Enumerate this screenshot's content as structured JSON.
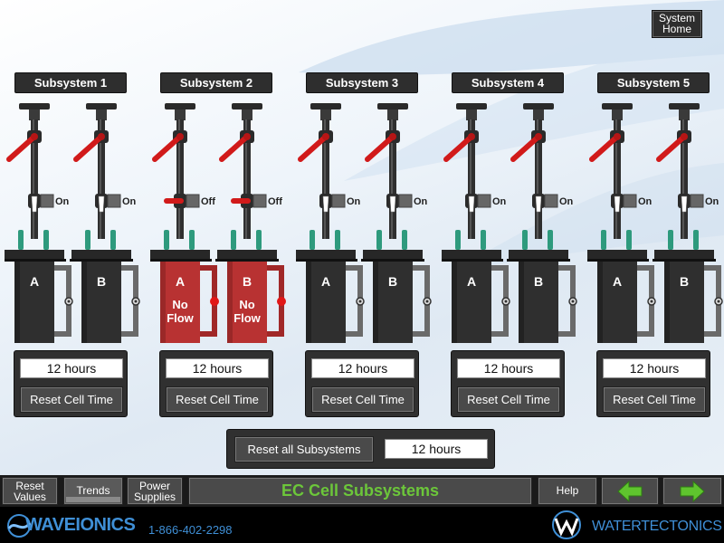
{
  "header": {
    "home_line1": "System",
    "home_line2": "Home"
  },
  "subsystems": [
    {
      "title": "Subsystem 1",
      "valve_a": "On",
      "valve_b": "On",
      "cell_a": {
        "label": "A",
        "status": ""
      },
      "cell_b": {
        "label": "B",
        "status": ""
      },
      "hours": "12 hours",
      "reset_label": "Reset Cell Time"
    },
    {
      "title": "Subsystem 2",
      "valve_a": "Off",
      "valve_b": "Off",
      "cell_a": {
        "label": "A",
        "status": "No Flow"
      },
      "cell_b": {
        "label": "B",
        "status": "No Flow"
      },
      "hours": "12 hours",
      "reset_label": "Reset Cell Time"
    },
    {
      "title": "Subsystem 3",
      "valve_a": "On",
      "valve_b": "On",
      "cell_a": {
        "label": "A",
        "status": ""
      },
      "cell_b": {
        "label": "B",
        "status": ""
      },
      "hours": "12 hours",
      "reset_label": "Reset Cell Time"
    },
    {
      "title": "Subsystem 4",
      "valve_a": "On",
      "valve_b": "On",
      "cell_a": {
        "label": "A",
        "status": ""
      },
      "cell_b": {
        "label": "B",
        "status": ""
      },
      "hours": "12 hours",
      "reset_label": "Reset Cell Time"
    },
    {
      "title": "Subsystem 5",
      "valve_a": "On",
      "valve_b": "On",
      "cell_a": {
        "label": "A",
        "status": ""
      },
      "cell_b": {
        "label": "B",
        "status": ""
      },
      "hours": "12 hours",
      "reset_label": "Reset Cell Time"
    }
  ],
  "reset_all": {
    "label": "Reset all Subsystems",
    "hours": "12 hours"
  },
  "nav": {
    "reset_values_1": "Reset",
    "reset_values_2": "Values",
    "trends": "Trends",
    "power_1": "Power",
    "power_2": "Supplies",
    "title": "EC Cell Subsystems",
    "help": "Help",
    "back_icon": "arrow-left-icon",
    "forward_icon": "arrow-right-icon"
  },
  "footer": {
    "brand_left": "WAVEIONICS",
    "phone": "1-866-402-2298",
    "brand_right": "WATERTECTONICS"
  },
  "colors": {
    "accent_green": "#6cc63a",
    "alarm_red": "#b83232",
    "handle_red": "#d11a1a",
    "brand_blue": "#3f8fd6",
    "cell_dark": "#2f2f2f"
  }
}
